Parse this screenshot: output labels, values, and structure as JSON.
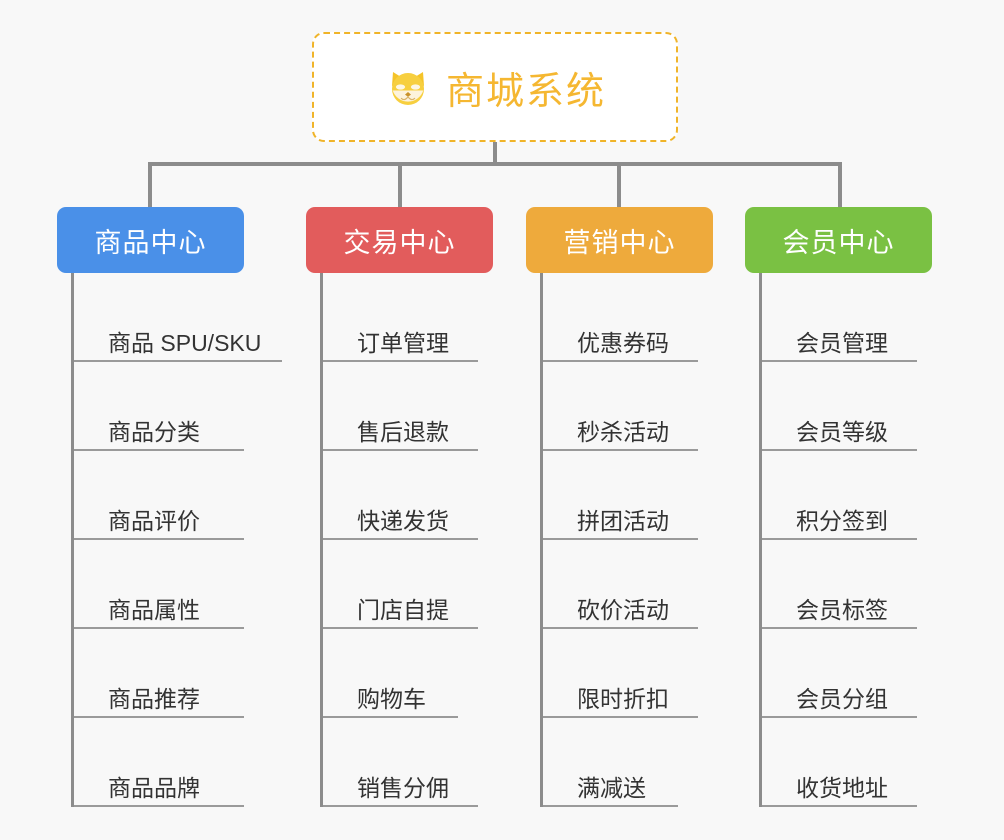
{
  "page": {
    "background_color": "#f8f8f8",
    "connector_color": "#8c8c8c",
    "rule_color": "#9a9a9a",
    "text_color": "#333333"
  },
  "root": {
    "title": "商城系统",
    "icon": "shiba-dog-icon",
    "border_color": "#f0b429",
    "title_color": "#f5b731",
    "background": "#ffffff"
  },
  "columns": [
    {
      "id": "product-center",
      "label": "商品中心",
      "color": "#4a90e8",
      "items": [
        {
          "label": "商品 SPU/SKU",
          "rule": "rule-w1"
        },
        {
          "label": "商品分类",
          "rule": "rule-w2"
        },
        {
          "label": "商品评价",
          "rule": "rule-w2"
        },
        {
          "label": "商品属性",
          "rule": "rule-w2"
        },
        {
          "label": "商品推荐",
          "rule": "rule-w2"
        },
        {
          "label": "商品品牌",
          "rule": "rule-w2"
        }
      ]
    },
    {
      "id": "trade-center",
      "label": "交易中心",
      "color": "#e25c5c",
      "items": [
        {
          "label": "订单管理",
          "rule": "rule-w3"
        },
        {
          "label": "售后退款",
          "rule": "rule-w3"
        },
        {
          "label": "快递发货",
          "rule": "rule-w3"
        },
        {
          "label": "门店自提",
          "rule": "rule-w3"
        },
        {
          "label": "购物车",
          "rule": "rule-w4"
        },
        {
          "label": "销售分佣",
          "rule": "rule-w3"
        }
      ]
    },
    {
      "id": "marketing-center",
      "label": "营销中心",
      "color": "#eeaa3c",
      "items": [
        {
          "label": "优惠券码",
          "rule": "rule-w3"
        },
        {
          "label": "秒杀活动",
          "rule": "rule-w3"
        },
        {
          "label": "拼团活动",
          "rule": "rule-w3"
        },
        {
          "label": "砍价活动",
          "rule": "rule-w3"
        },
        {
          "label": "限时折扣",
          "rule": "rule-w3"
        },
        {
          "label": "满减送",
          "rule": "rule-w4"
        }
      ]
    },
    {
      "id": "member-center",
      "label": "会员中心",
      "color": "#7ac143",
      "items": [
        {
          "label": "会员管理",
          "rule": "rule-w3"
        },
        {
          "label": "会员等级",
          "rule": "rule-w3"
        },
        {
          "label": "积分签到",
          "rule": "rule-w3"
        },
        {
          "label": "会员标签",
          "rule": "rule-w3"
        },
        {
          "label": "会员分组",
          "rule": "rule-w3"
        },
        {
          "label": "收货地址",
          "rule": "rule-w3"
        }
      ]
    }
  ]
}
